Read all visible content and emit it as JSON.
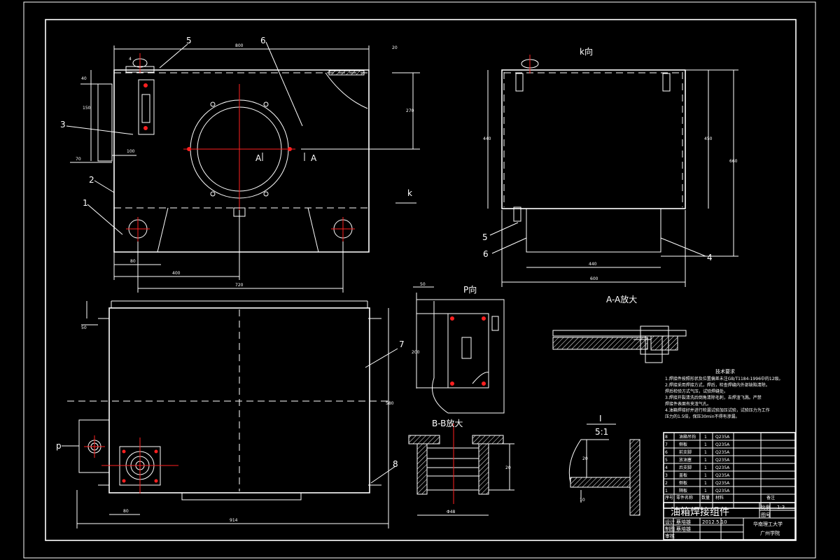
{
  "parts": {
    "p1": "1",
    "p2": "2",
    "p3": "3",
    "p4": "4",
    "p5": "5",
    "p6": "6",
    "p7": "7",
    "p8": "8",
    "p5b": "5",
    "p6b": "6"
  },
  "dims": {
    "front_width": "800",
    "front_left_h": "40",
    "front_150": "150",
    "front_100": "100",
    "front_70": "70",
    "front_270": "270",
    "front_80": "80",
    "front_400": "400",
    "front_720": "720",
    "top_4": "4",
    "top_20": "20",
    "side_440": "440",
    "side_450": "450",
    "side_660": "660",
    "side_440b": "440",
    "side_600": "600",
    "plan_50": "50",
    "plan_580": "580",
    "plan_80": "80",
    "plan_914": "914",
    "p_50": "50",
    "p_200": "200",
    "bb_d48": "Φ48",
    "bb_20": "20",
    "det_20": "20",
    "det_10": "10"
  },
  "views": {
    "k_title": "k向",
    "k_arrow": "k",
    "p_title": "P向",
    "p_arrow": "p",
    "aa_title": "A-A放大",
    "bb_title": "B-B放大",
    "i_title": "I",
    "i_scale": "5:1",
    "a_left": "A",
    "a_right": "A"
  },
  "notes": {
    "title": "技术要求",
    "lines": [
      "1.焊接件按照形状及位置偏差未注GB/T1184-1996中的12级。",
      "2.焊接采用焊接方式，焊后，检查焊缝内外部缺陷清除。",
      "焊后检验方式气压，试验焊缝处。",
      "3.焊接开裂清洗后倒角清除毛刺，去焊渣飞溅。严禁",
      "焊接件表面有夹渣气孔。",
      "4.油箱焊接好并进行检漏试验加压试验，试验压力为工作",
      "压力的1.5倍，保压30min不得有渗漏。"
    ]
  },
  "bom": {
    "rows": [
      {
        "no": "8",
        "name": "油箱吊钩",
        "qty": "1",
        "material": "Q235A"
      },
      {
        "no": "7",
        "name": "侧板",
        "qty": "1",
        "material": "Q235A"
      },
      {
        "no": "6",
        "name": "前支脚",
        "qty": "1",
        "material": "Q235A"
      },
      {
        "no": "5",
        "name": "放油塞",
        "qty": "1",
        "material": "Q235A"
      },
      {
        "no": "4",
        "name": "后支脚",
        "qty": "1",
        "material": "Q235A"
      },
      {
        "no": "3",
        "name": "盖板",
        "qty": "1",
        "material": "Q235A"
      },
      {
        "no": "2",
        "name": "侧板",
        "qty": "1",
        "material": "Q235A"
      },
      {
        "no": "1",
        "name": "隔板",
        "qty": "1",
        "material": "Q235A"
      }
    ],
    "header": {
      "no": "序号",
      "name": "零件名称",
      "qty": "数量",
      "material": "材料",
      "remark": "备注"
    }
  },
  "title_block": {
    "drawing_name": "油箱焊接组件",
    "scale_label": "比例",
    "scale": "1:3",
    "sheet_label": "图号",
    "design_label": "设计",
    "designer": "蔡培雄",
    "date": "2012.5.10",
    "check_label": "制图",
    "checker": "蔡培雄",
    "approve_label": "审核",
    "school": "华南理工大学",
    "college": "广州学院"
  }
}
